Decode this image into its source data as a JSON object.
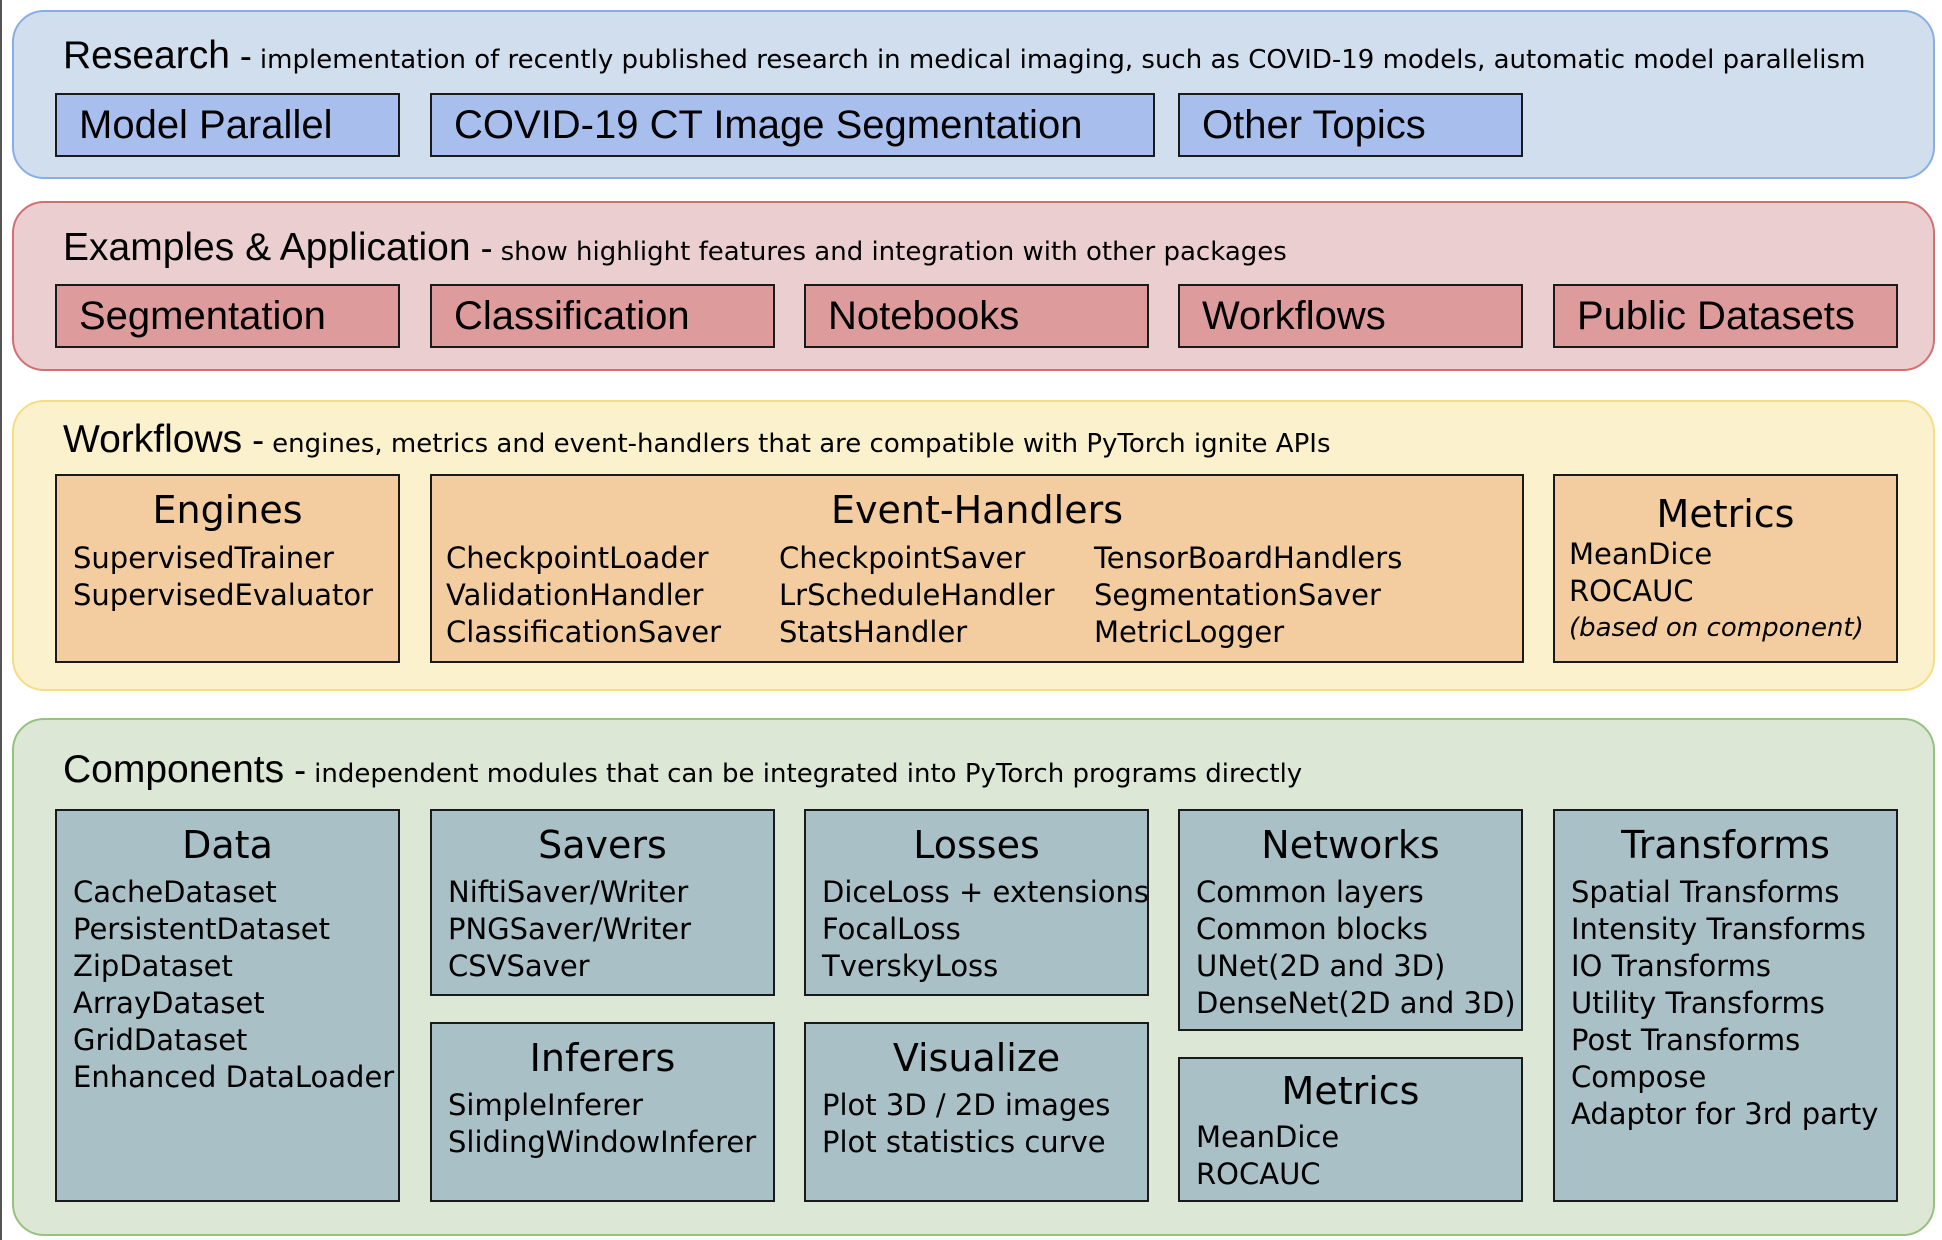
{
  "research": {
    "title": "Research",
    "dash": "-",
    "description": "implementation of recently published research in medical imaging, such as COVID-19 models, automatic model parallelism",
    "items": [
      "Model Parallel",
      "COVID-19 CT Image Segmentation",
      "Other Topics"
    ]
  },
  "examples": {
    "title": "Examples & Application",
    "dash": "-",
    "description": "show highlight features and integration with other packages",
    "items": [
      "Segmentation",
      "Classification",
      "Notebooks",
      "Workflows",
      "Public Datasets"
    ]
  },
  "workflows": {
    "title": "Workflows",
    "dash": "-",
    "description": "engines, metrics and event-handlers that are compatible with PyTorch ignite APIs",
    "engines": {
      "title": "Engines",
      "items": [
        "SupervisedTrainer",
        "SupervisedEvaluator"
      ]
    },
    "event_handlers": {
      "title": "Event-Handlers",
      "col1": [
        "CheckpointLoader",
        "ValidationHandler",
        "ClassificationSaver"
      ],
      "col2": [
        "CheckpointSaver",
        "LrScheduleHandler",
        "StatsHandler"
      ],
      "col3": [
        "TensorBoardHandlers",
        "SegmentationSaver",
        "MetricLogger"
      ]
    },
    "metrics": {
      "title": "Metrics",
      "items": [
        "MeanDice",
        "ROCAUC"
      ],
      "note": "(based on component)"
    }
  },
  "components": {
    "title": "Components",
    "dash": "-",
    "description": "independent modules that can be integrated into PyTorch programs directly",
    "data": {
      "title": "Data",
      "items": [
        "CacheDataset",
        "PersistentDataset",
        "ZipDataset",
        "ArrayDataset",
        "GridDataset",
        "Enhanced DataLoader"
      ]
    },
    "savers": {
      "title": "Savers",
      "items": [
        "NiftiSaver/Writer",
        "PNGSaver/Writer",
        "CSVSaver"
      ]
    },
    "losses": {
      "title": "Losses",
      "items": [
        "DiceLoss + extensions",
        "FocalLoss",
        "TverskyLoss"
      ]
    },
    "networks": {
      "title": "Networks",
      "items": [
        "Common layers",
        "Common blocks",
        "UNet(2D and 3D)",
        "DenseNet(2D and 3D)"
      ]
    },
    "transforms": {
      "title": "Transforms",
      "items": [
        "Spatial Transforms",
        "Intensity Transforms",
        "IO Transforms",
        "Utility Transforms",
        "Post Transforms",
        "Compose",
        "Adaptor for 3rd party"
      ]
    },
    "inferers": {
      "title": "Inferers",
      "items": [
        "SimpleInferer",
        "SlidingWindowInferer"
      ]
    },
    "visualize": {
      "title": "Visualize",
      "items": [
        "Plot 3D / 2D images",
        "Plot statistics curve"
      ]
    },
    "metrics": {
      "title": "Metrics",
      "items": [
        "MeanDice",
        "ROCAUC"
      ]
    }
  }
}
